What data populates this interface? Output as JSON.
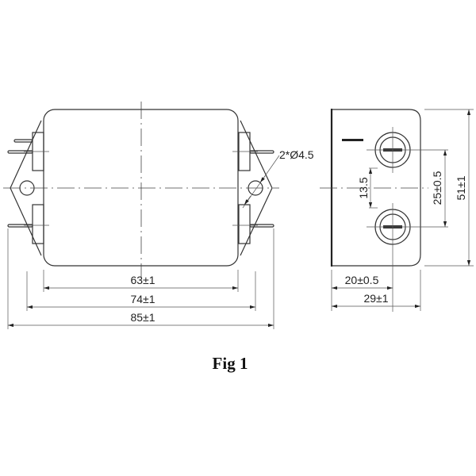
{
  "figure": {
    "caption": "Fig 1",
    "front_view": {
      "hole_note": "2*Ø4.5",
      "dims": {
        "body_width": "63±1",
        "mount_pitch": "74±1",
        "overall_width": "85±1"
      }
    },
    "side_view": {
      "dims": {
        "terminal_offset": "13.5",
        "terminal_pitch": "25±0.5",
        "height": "51±1",
        "terminal_depth": "20±0.5",
        "depth": "29±1"
      }
    }
  }
}
